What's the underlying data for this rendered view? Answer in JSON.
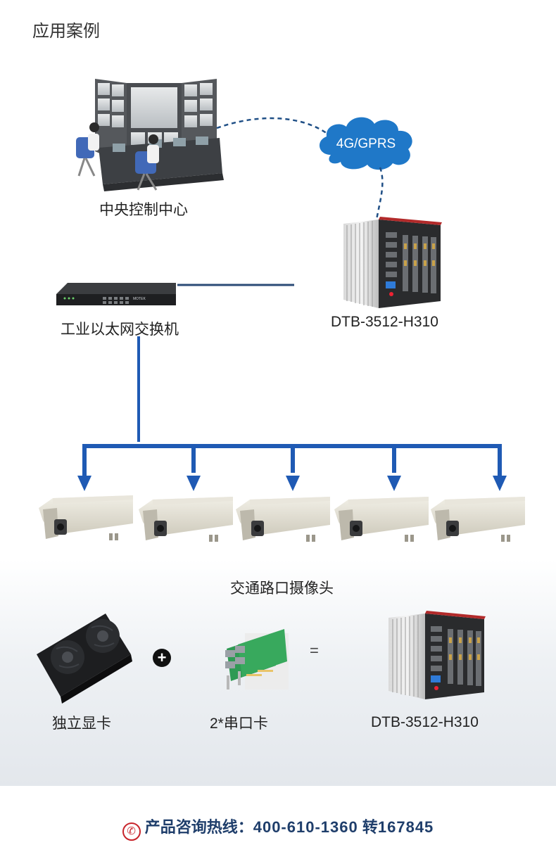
{
  "title": "应用案例",
  "network": {
    "cloud_label": "4G/GPRS",
    "control_center_label": "中央控制中心",
    "computer_label": "DTB-3512-H310",
    "switch_label": "工业以太网交换机",
    "switch_brand": "MOTEK",
    "cameras_label": "交通路口摄像头",
    "camera_count": 5
  },
  "formula": {
    "item1_label": "独立显卡",
    "plus_symbol": "+",
    "item2_label": "2*串口卡",
    "equals_symbol": "=",
    "result_label": "DTB-3512-H310"
  },
  "footer": {
    "hotline_prefix": "产品咨询热线：",
    "phone": "400-610-1360",
    "ext_prefix": "转",
    "ext": "167845"
  },
  "colors": {
    "line_blue": "#1f5ab4",
    "dark_line": "#2b4b76",
    "cloud_blue": "#1f78c8",
    "footer_text": "#1f3e6b"
  }
}
